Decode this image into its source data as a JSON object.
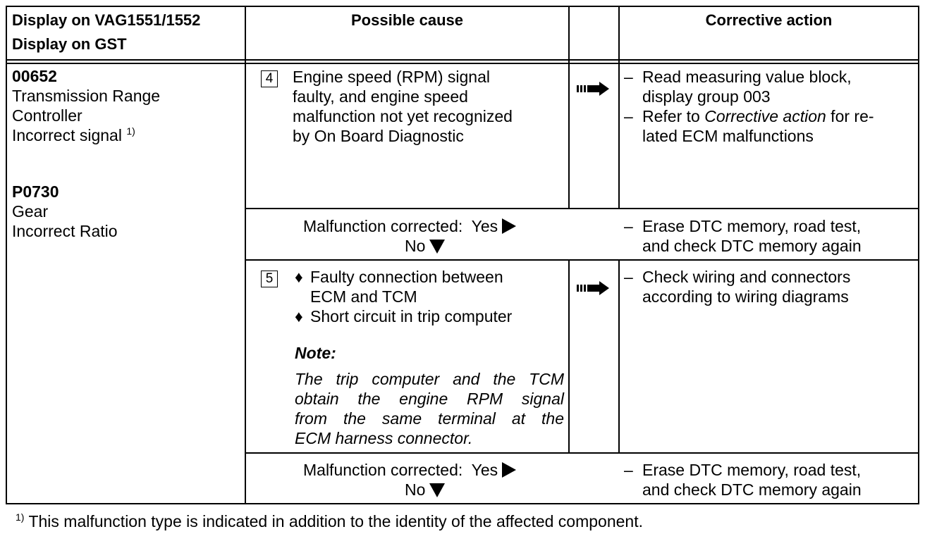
{
  "header": {
    "col1_line1": "Display on VAG1551/1552",
    "col1_line2": "Display on GST",
    "col2": "Possible cause",
    "col4": "Corrective action"
  },
  "codes": {
    "code1": "00652",
    "code1_lines": [
      "Transmission Range",
      "Controller",
      "Incorrect signal"
    ],
    "code1_sup": "1)",
    "code2": "P0730",
    "code2_lines": [
      "Gear",
      "Incorrect Ratio"
    ]
  },
  "step4": {
    "number": "4",
    "cause_lines": [
      "Engine speed (RPM) signal",
      "faulty, and engine speed",
      "malfunction not yet recognized",
      "by On Board Diagnostic"
    ],
    "actions": [
      {
        "dash": "–",
        "lines": [
          "Read measuring value block,",
          "display group 003"
        ]
      },
      {
        "dash": "–",
        "lines_pre": "Refer to ",
        "italic": "Corrective action",
        "lines_post": " for re-",
        "line2": "lated ECM malfunctions"
      }
    ]
  },
  "corrected1": {
    "label": "Malfunction corrected:",
    "yes": "Yes",
    "no": "No",
    "dash": "–",
    "action_lines": [
      "Erase DTC memory, road test,",
      "and check DTC memory again"
    ]
  },
  "step5": {
    "number": "5",
    "bullets": [
      {
        "lines": [
          "Faulty connection between",
          "ECM and TCM"
        ]
      },
      {
        "lines": [
          "Short circuit in trip computer"
        ]
      }
    ],
    "note_label": "Note:",
    "note_lines": [
      "The trip computer and the TCM",
      "obtain the engine RPM signal",
      "from the same terminal at the",
      "ECM harness connector."
    ],
    "dash": "–",
    "action_lines": [
      "Check wiring and connectors",
      "according to wiring diagrams"
    ]
  },
  "corrected2": {
    "label": "Malfunction corrected:",
    "yes": "Yes",
    "no": "No",
    "dash": "–",
    "action_lines": [
      "Erase DTC memory, road test,",
      "and check DTC memory again"
    ]
  },
  "footnote": {
    "mark": "1)",
    "text": "This malfunction type is indicated in addition to the identity of the affected component."
  }
}
